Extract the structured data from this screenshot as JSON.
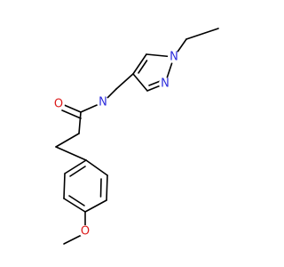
{
  "diagram_type": "chemical-structure",
  "atoms": [
    {
      "name": "atom-n1-pyrazole",
      "label": "N",
      "color": "#2b2bdc"
    },
    {
      "name": "atom-n2-pyrazole",
      "label": "N",
      "color": "#2b2bdc"
    },
    {
      "name": "atom-n-amide",
      "label": "N",
      "color": "#2b2bdc"
    },
    {
      "name": "atom-o-carbonyl",
      "label": "O",
      "color": "#dc1a1a"
    },
    {
      "name": "atom-o-methoxy",
      "label": "O",
      "color": "#dc1a1a"
    }
  ],
  "colors": {
    "bond": "#000000",
    "nitrogen": "#2b2bdc",
    "oxygen": "#dc1a1a",
    "background": "#ffffff"
  }
}
